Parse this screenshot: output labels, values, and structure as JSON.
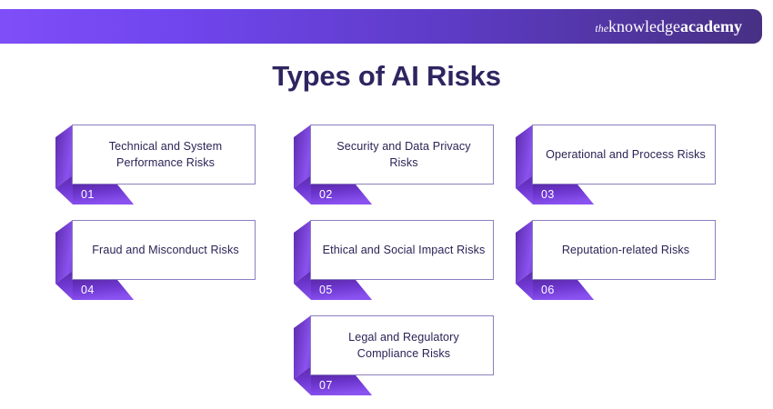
{
  "header": {
    "brand_the": "the",
    "brand_knowledge": "knowledge",
    "brand_academy": "academy",
    "gradient_start": "#7f4ef8",
    "gradient_end": "#473084"
  },
  "title": "Types of AI Risks",
  "colors": {
    "title_text": "#2e2560",
    "card_text": "#2b2356",
    "card_border": "#8c7fc0",
    "ribbon_light": "#8a52f0",
    "ribbon_dark": "#5b2aa8",
    "number_text": "#ffffff",
    "background": "#ffffff"
  },
  "cards": [
    {
      "number": "01",
      "label": "Technical and System Performance Risks"
    },
    {
      "number": "02",
      "label": "Security and Data Privacy Risks"
    },
    {
      "number": "03",
      "label": "Operational and Process Risks"
    },
    {
      "number": "04",
      "label": "Fraud and Misconduct Risks"
    },
    {
      "number": "05",
      "label": "Ethical and Social Impact Risks"
    },
    {
      "number": "06",
      "label": "Reputation-related Risks"
    },
    {
      "number": "07",
      "label": "Legal and Regulatory Compliance Risks"
    }
  ]
}
